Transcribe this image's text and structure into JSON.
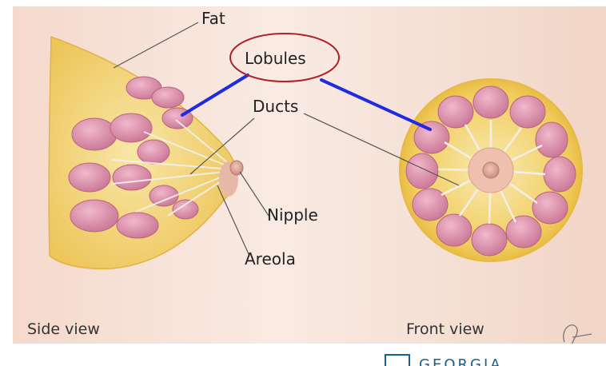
{
  "labels": {
    "fat": "Fat",
    "lobules": "Lobules",
    "ducts": "Ducts",
    "nipple": "Nipple",
    "areola": "Areola"
  },
  "captions": {
    "side": "Side view",
    "front": "Front view"
  },
  "footer": {
    "logo_text": "GEORGIA"
  },
  "colors": {
    "skin": "#f3dcd0",
    "fat": "#f3d77a",
    "lobule": "#d98aa8",
    "highlight_circle": "#b0212a",
    "highlight_lines": "#1f2be0"
  }
}
